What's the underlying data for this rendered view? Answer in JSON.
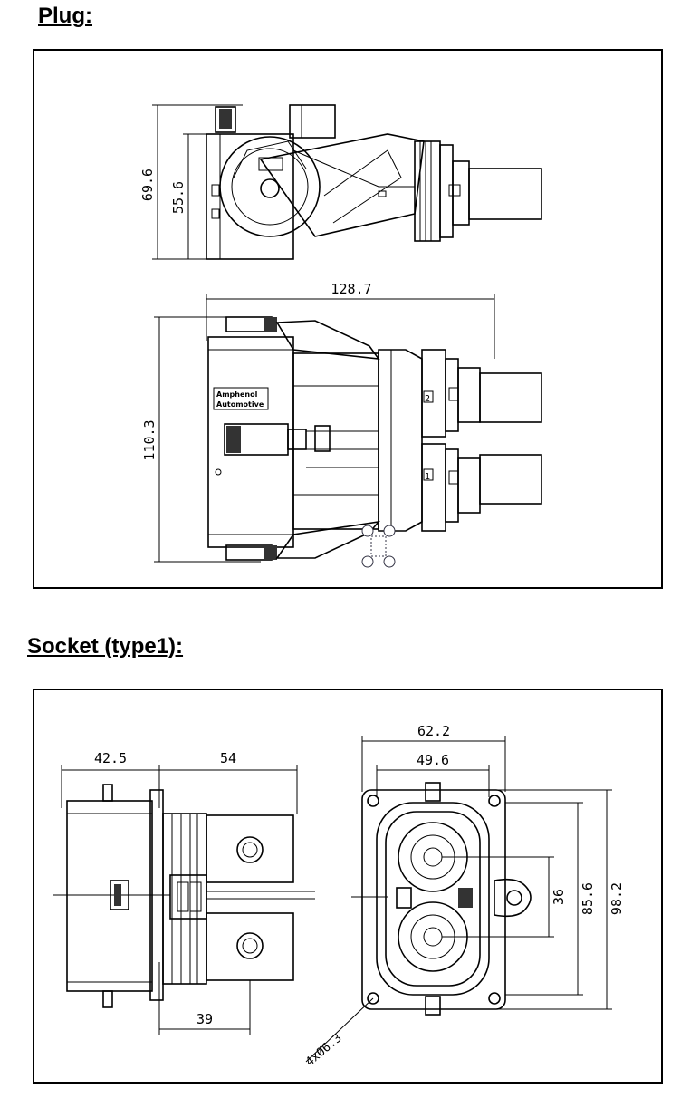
{
  "plug_section": {
    "heading": "Plug:",
    "dimensions": {
      "height_total": "69.6",
      "height_body": "55.6",
      "length": "128.7",
      "width": "110.3"
    },
    "logo_text": [
      "Amphenol",
      "Automotive"
    ],
    "pin_labels": [
      "2",
      "1"
    ]
  },
  "socket_section": {
    "heading": "Socket (type1):",
    "dimensions": {
      "depth_rear": "42.5",
      "depth_front": "54",
      "terminal_length": "39",
      "flange_width": "62.2",
      "inner_width": "49.6",
      "pitch": "36",
      "inner_height": "85.6",
      "flange_height": "98.2",
      "mount_holes": "4xØ6.3"
    }
  }
}
